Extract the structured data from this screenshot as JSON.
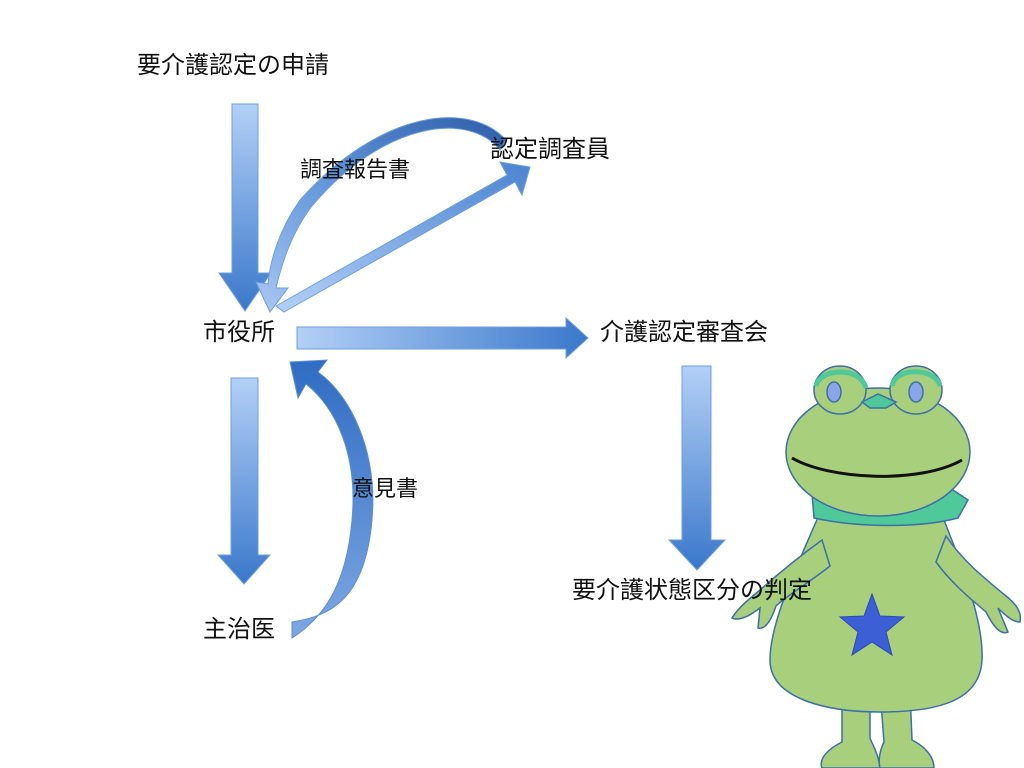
{
  "labels": {
    "application": "要介護認定の申請",
    "investigator": "認定調査員",
    "survey_report": "調査報告書",
    "city_hall": "市役所",
    "review_board": "介護認定審査会",
    "opinion": "意見書",
    "doctor": "主治医",
    "determination": "要介護状態区分の判定"
  },
  "colors": {
    "arrow_light": "#a9c8f3",
    "arrow_dark": "#3d79c9",
    "arrow_stroke": "#6f9fdc",
    "frog_body": "#a8cf7c",
    "frog_outline": "#3d6fa8",
    "scarf": "#4fc89a",
    "star": "#3c5fd6"
  },
  "mascot": {
    "icon": "frog-mascot-icon"
  }
}
